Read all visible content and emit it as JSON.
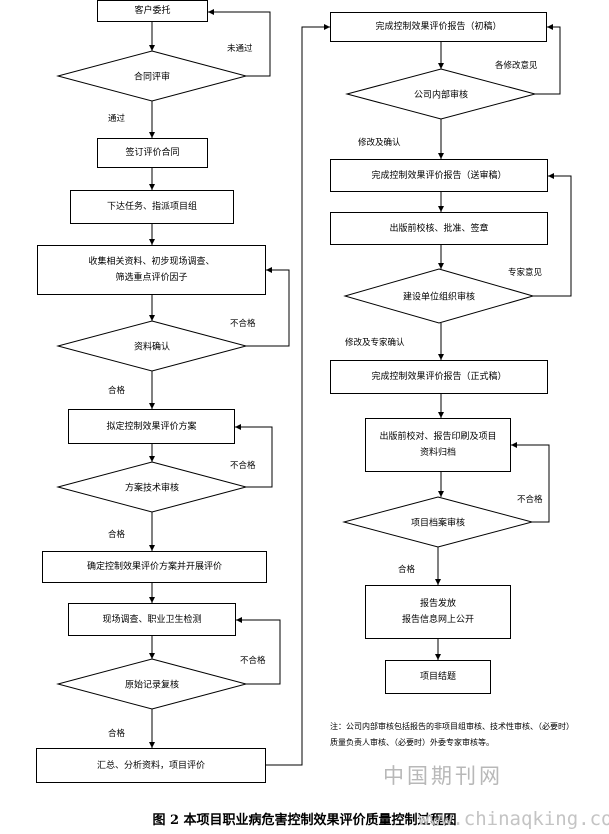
{
  "process": {
    "client_commission": "客户委托",
    "contract_review": "合同评审",
    "sign_contract": "签订评价合同",
    "assign_task": "下达任务、指派项目组",
    "collect_data": "收集相关资料、初步现场调查、\n筛选重点评价因子",
    "data_confirm": "资料确认",
    "draft_plan": "拟定控制效果评价方案",
    "plan_review": "方案技术审核",
    "confirm_plan": "确定控制效果评价方案并开展评价",
    "field_survey": "现场调查、职业卫生检测",
    "record_review": "原始记录复核",
    "summary": "汇总、分析资料，项目评价",
    "draft_report": "完成控制效果评价报告（初稿）",
    "internal_review": "公司内部审核",
    "review_report": "完成控制效果评价报告（送审稿）",
    "pre_print_check": "出版前校核、批准、签章",
    "org_review": "建设单位组织审核",
    "formal_report": "完成控制效果评价报告（正式稿）",
    "print_archive": "出版前校对、报告印刷及项目\n资料归档",
    "archive_review": "项目档案审核",
    "issue_report": "报告发放\n报告信息网上公开",
    "close_project": "项目结题"
  },
  "edge_labels": {
    "not_passed": "未通过",
    "passed": "通过",
    "unqualified": "不合格",
    "qualified": "合格",
    "revision_opinions": "各修改意见",
    "revise_confirm": "修改及确认",
    "expert_opinions": "专家意见",
    "revise_expert_confirm": "修改及专家确认"
  },
  "note": "注：公司内部审核包括报告的非项目组审核、技术性审核、（必要时）质量负责人审核、（必要时）外委专家审核等。",
  "caption": "图 2 本项目职业病危害控制效果评价质量控制过程图",
  "watermark": {
    "site_name": "中国期刊网",
    "url": "www.chinaqking.com"
  }
}
